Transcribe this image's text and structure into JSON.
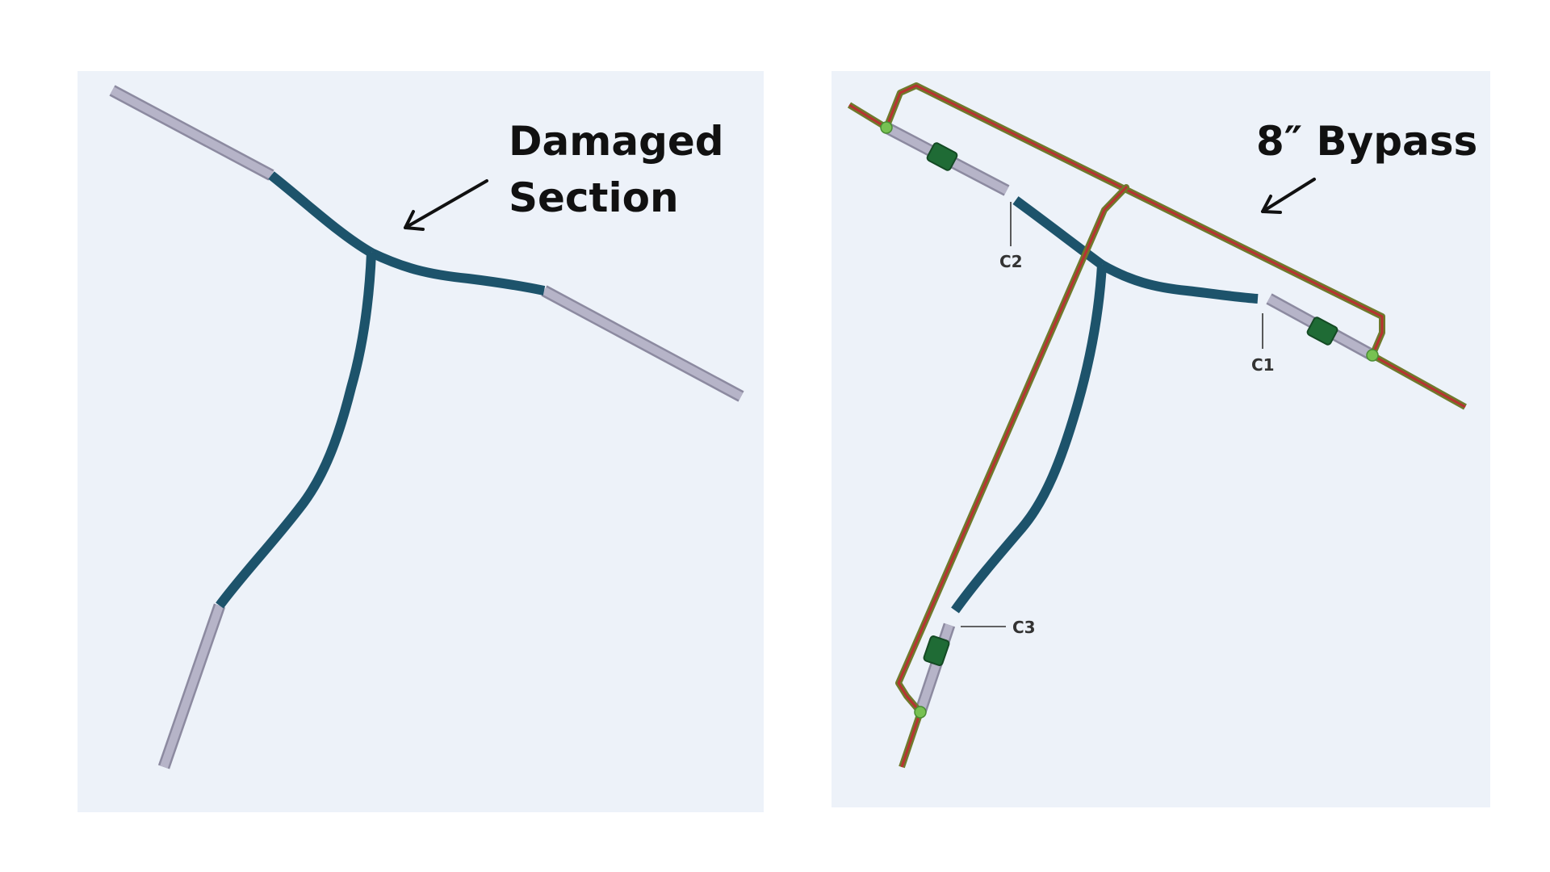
{
  "left_panel": {
    "callout": {
      "line1": "Damaged",
      "line2": "Section"
    }
  },
  "right_panel": {
    "callout": {
      "label": "8″ Bypass"
    },
    "cut_labels": [
      "C1",
      "C2",
      "C3"
    ]
  },
  "colors": {
    "panel_background": "#edf2f9",
    "existing_pipe": "#b6b4c8",
    "existing_pipe_outline": "#8c8aa0",
    "damaged_pipe": "#1d536b",
    "bypass_outer": "#6f7a2c",
    "bypass_core": "#b83232",
    "coupling": "#1f6b35",
    "connection_node": "#77c152",
    "arrow": "#111111"
  }
}
